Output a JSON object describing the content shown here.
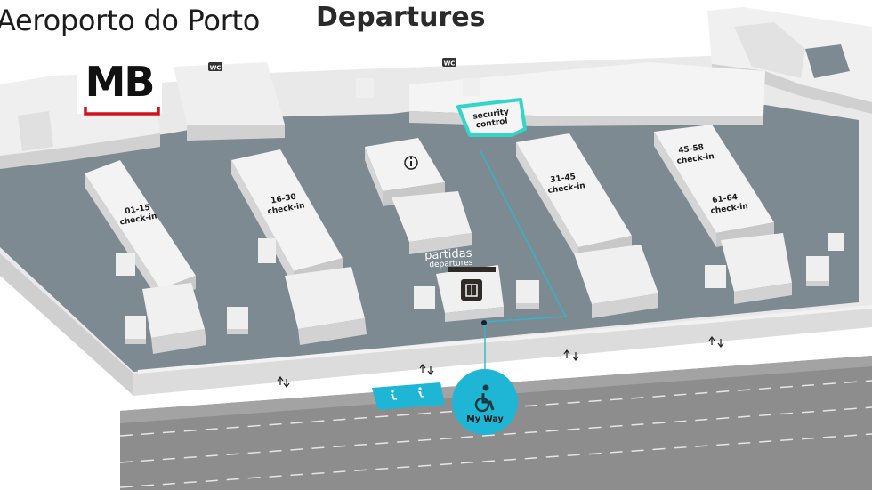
{
  "header": {
    "airport_name": "Aeroporto do Porto",
    "view_title": "Departures"
  },
  "logos": {
    "mb": "MB"
  },
  "map": {
    "labels": {
      "security_line1": "security",
      "security_line2": "control",
      "partidas": "partidas",
      "departures_small": "departures",
      "myway": "My Way",
      "wc": "WC"
    },
    "checkin_desks": [
      {
        "range": "01-15",
        "label": "check-in"
      },
      {
        "range": "16-30",
        "label": "check-in"
      },
      {
        "range": "31-45",
        "label": "check-in"
      },
      {
        "range": "45-58",
        "label": "check-in"
      },
      {
        "range": "61-64",
        "label": "check-in"
      }
    ],
    "icons": [
      "info-icon",
      "luggage-icon",
      "wheelchair-icon",
      "wc-icon",
      "door-arrows-icon"
    ],
    "colors": {
      "floor": "#7e8a92",
      "block_top": "#f3f3f3",
      "block_side": "#d6d6d6",
      "road": "#8a8a8a",
      "route": "#2bb7cf",
      "myway": "#1fb6d6",
      "security_highlight": "#31d6c8",
      "mb_red": "#d0121b"
    }
  }
}
